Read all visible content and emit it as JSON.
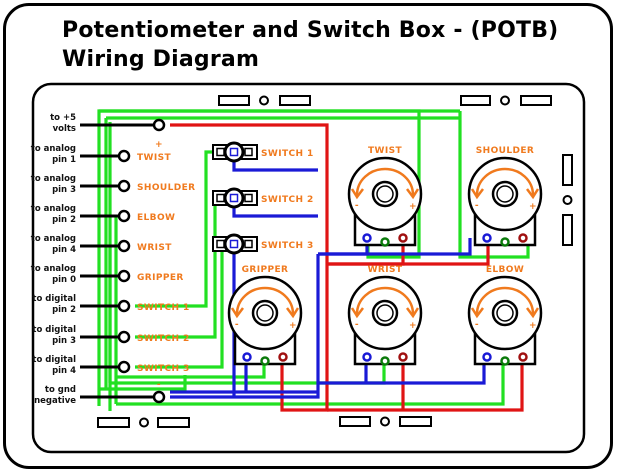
{
  "title": {
    "line1": "Potentiometer and Switch Box - (POTB)",
    "line2": "Wiring Diagram"
  },
  "colors": {
    "wire_power": "#e01414",
    "wire_ground": "#1a1ad6",
    "wire_signal": "#22e022",
    "lead": "#000000",
    "label_accent": "#f07a1e"
  },
  "connectors": [
    {
      "id": "vcc",
      "label_line1": "to +5",
      "label_line2": "volts",
      "terminal_label": "+"
    },
    {
      "id": "a1",
      "label_line1": "to analog",
      "label_line2": "pin 1",
      "terminal_label": "TWIST"
    },
    {
      "id": "a3",
      "label_line1": "to analog",
      "label_line2": "pin 3",
      "terminal_label": "SHOULDER"
    },
    {
      "id": "a2",
      "label_line1": "to analog",
      "label_line2": "pin 2",
      "terminal_label": "ELBOW"
    },
    {
      "id": "a4",
      "label_line1": "to analog",
      "label_line2": "pin 4",
      "terminal_label": "WRIST"
    },
    {
      "id": "a0",
      "label_line1": "to analog",
      "label_line2": "pin 0",
      "terminal_label": "GRIPPER"
    },
    {
      "id": "d2",
      "label_line1": "to digital",
      "label_line2": "pin 2",
      "terminal_label": "SWITCH 1"
    },
    {
      "id": "d3",
      "label_line1": "to digital",
      "label_line2": "pin 3",
      "terminal_label": "SWITCH 2"
    },
    {
      "id": "d4",
      "label_line1": "to digital",
      "label_line2": "pin 4",
      "terminal_label": "SWITCH 3"
    },
    {
      "id": "gnd",
      "label_line1": "to gnd",
      "label_line2": "negative",
      "terminal_label": "-"
    }
  ],
  "switches": [
    {
      "label": "SWITCH 1"
    },
    {
      "label": "SWITCH 2"
    },
    {
      "label": "SWITCH 3"
    }
  ],
  "potentiometers": [
    {
      "label": "TWIST",
      "minus": "-",
      "plus": "+"
    },
    {
      "label": "SHOULDER",
      "minus": "-",
      "plus": "+"
    },
    {
      "label": "GRIPPER",
      "minus": "-",
      "plus": "+"
    },
    {
      "label": "WRIST",
      "minus": "-",
      "plus": "+"
    },
    {
      "label": "ELBOW",
      "minus": "-",
      "plus": "+"
    }
  ]
}
